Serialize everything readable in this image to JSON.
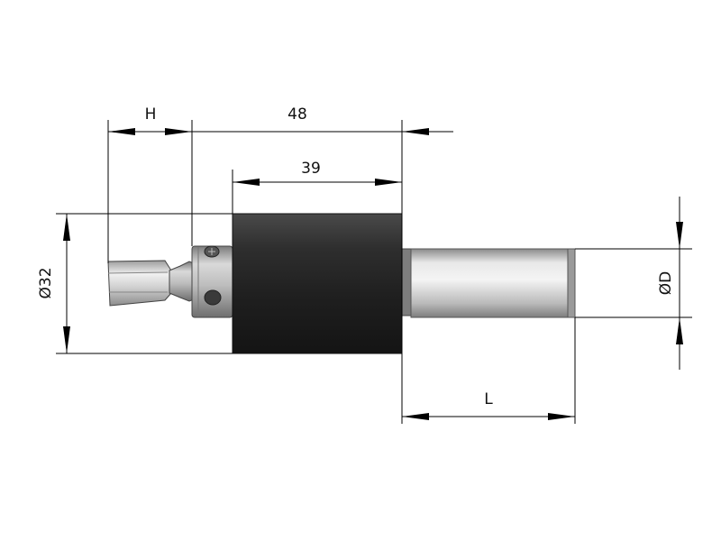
{
  "dimensions": {
    "h": "H",
    "length_48": "48",
    "length_39": "39",
    "diameter_32": "Ø32",
    "diameter_d": "ØD",
    "shank_l": "L"
  },
  "colors": {
    "body_dark": "#2b2b2b",
    "steel_light": "#e6e6e6",
    "steel_mid": "#a8a8a8",
    "line": "#000000"
  }
}
